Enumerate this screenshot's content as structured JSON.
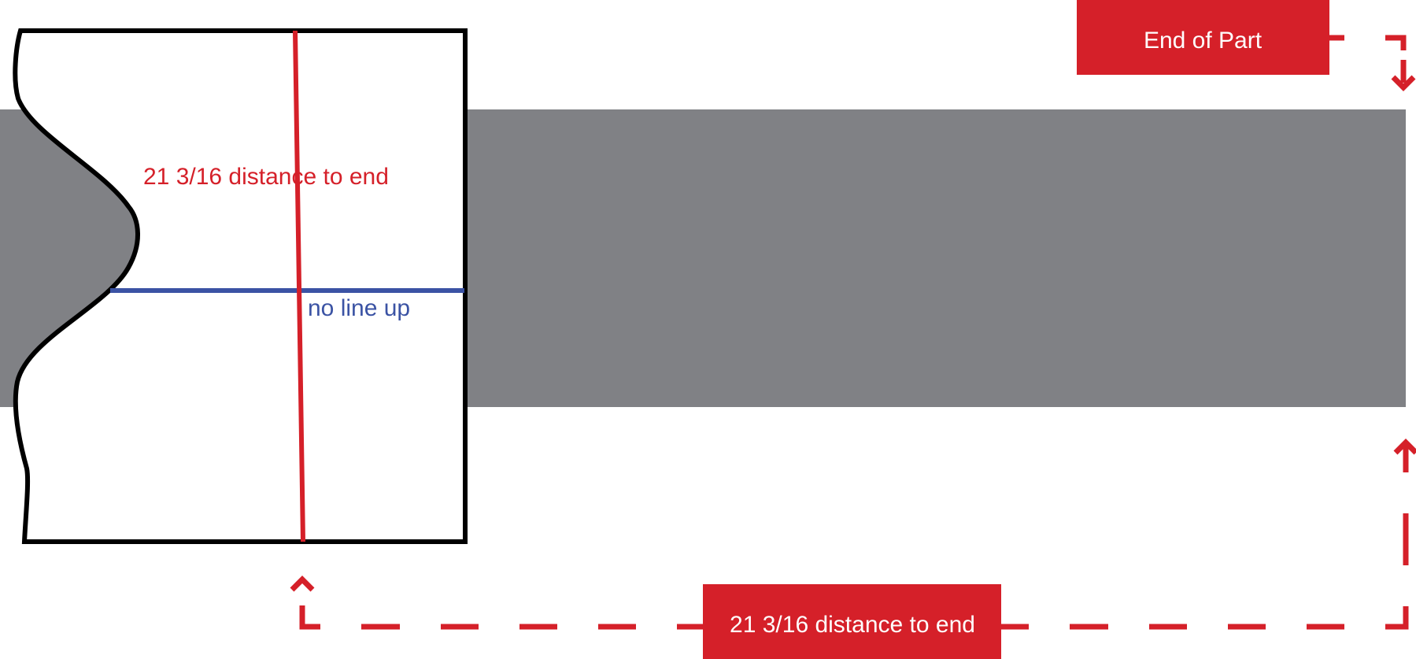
{
  "labels": {
    "end_of_part": "End of Part",
    "distance_bottom": "21 3/16 distance to end",
    "distance_inside": "21 3/16 distance to end",
    "no_line_up": "no line up"
  },
  "colors": {
    "part_bar": "#808185",
    "accent_red": "#d52029",
    "blue_line": "#3b53a4",
    "outline": "#000000",
    "box_text": "#ffffff"
  }
}
